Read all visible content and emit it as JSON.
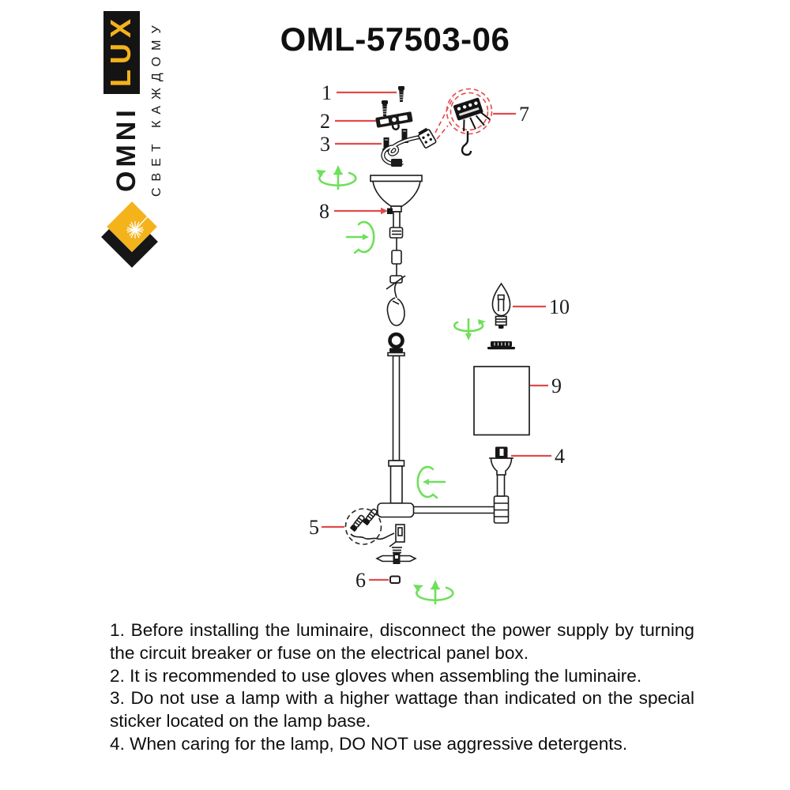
{
  "page": {
    "title": "OML-57503-06"
  },
  "logo": {
    "brand_word_top": "OMNI",
    "brand_word_bottom": "LUX",
    "tagline": "СВЕТ КАЖДОМУ"
  },
  "colors": {
    "brand_yellow": "#F4B21B",
    "leader_red": "#E14B4B",
    "rotation_green": "#6EE05A",
    "ink": "#1a1a1a"
  },
  "diagram": {
    "part_labels": [
      "1",
      "2",
      "3",
      "4",
      "5",
      "6",
      "7",
      "8",
      "9",
      "10"
    ]
  },
  "instructions": {
    "items": [
      "1. Before installing the luminaire, disconnect the power supply by turning the circuit breaker or fuse on the electrical panel box.",
      "2. It is recommended to use gloves when assembling the luminaire.",
      "3. Do not use a lamp with a higher wattage than indicated on the special sticker located on the lamp base.",
      "4. When caring for the lamp, DO NOT use aggressive detergents."
    ]
  }
}
